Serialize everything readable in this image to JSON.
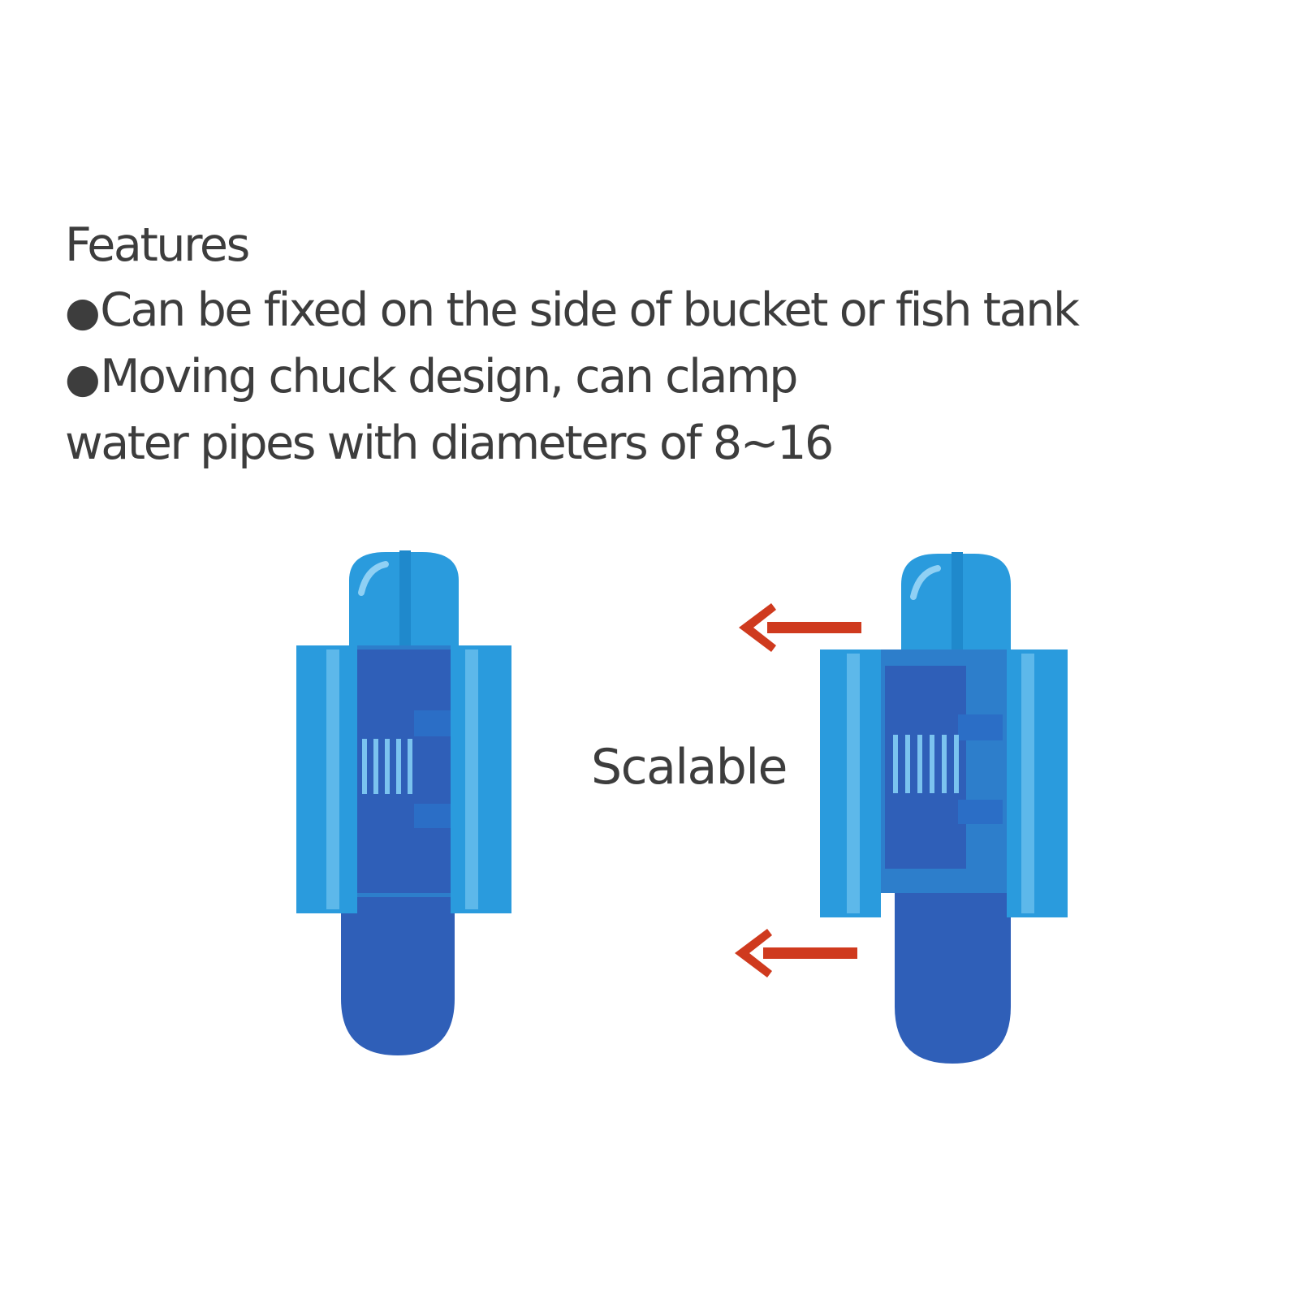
{
  "features": {
    "heading": "Features",
    "bullet_symbol": "●",
    "line1": "Can be fixed on the side of bucket or fish tank",
    "line2": "Moving chuck design, can clamp",
    "line3": "water pipes with diameters of 8~16"
  },
  "illustration": {
    "label": "Scalable",
    "colors": {
      "light_blue": "#2a9bdd",
      "mid_blue": "#2d7ecb",
      "dark_blue": "#2f5fb8",
      "arrow_red": "#cf3a1e"
    }
  }
}
